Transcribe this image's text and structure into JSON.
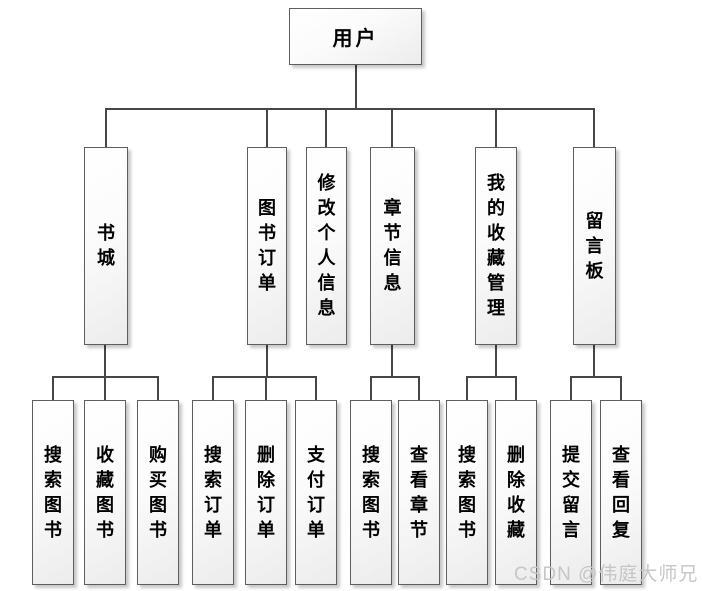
{
  "diagram": {
    "root": {
      "label": "用户"
    },
    "branches": [
      {
        "label": "书城",
        "children": [
          {
            "label": "搜索图书"
          },
          {
            "label": "收藏图书"
          },
          {
            "label": "购买图书"
          }
        ]
      },
      {
        "label": "图书订单",
        "children": [
          {
            "label": "搜索订单"
          },
          {
            "label": "删除订单"
          },
          {
            "label": "支付订单"
          }
        ]
      },
      {
        "label": "修改个人信息",
        "children": []
      },
      {
        "label": "章节信息",
        "children": [
          {
            "label": "搜索图书"
          },
          {
            "label": "查看章节"
          }
        ]
      },
      {
        "label": "我的收藏管理",
        "children": [
          {
            "label": "搜索图书"
          },
          {
            "label": "删除收藏"
          }
        ]
      },
      {
        "label": "留言板",
        "children": [
          {
            "label": "提交留言"
          },
          {
            "label": "查看回复"
          }
        ]
      }
    ],
    "watermark": "CSDN @伟庭大师兄",
    "colors": {
      "line": "#464646",
      "node_border": "#5e5e5e",
      "watermark_gray": "#c6c6c6"
    }
  }
}
